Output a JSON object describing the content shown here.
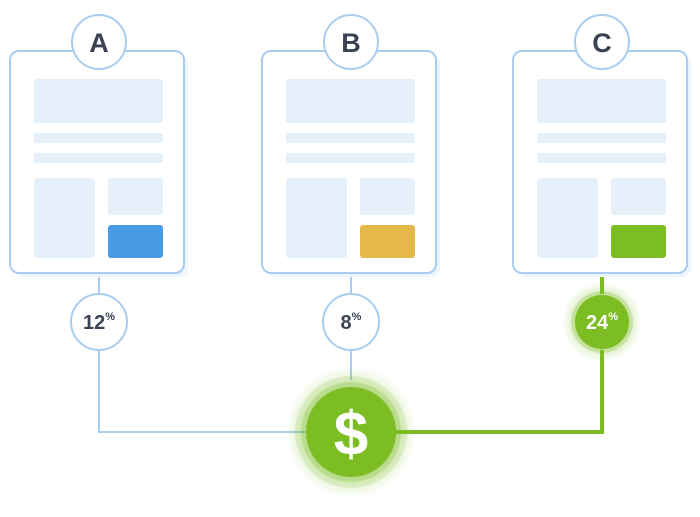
{
  "variants": [
    {
      "label": "A",
      "rate_value": "12",
      "rate_unit": "%",
      "button_color": "#4a9be6",
      "winner": false
    },
    {
      "label": "B",
      "rate_value": "8",
      "rate_unit": "%",
      "button_color": "#e5b84c",
      "winner": false
    },
    {
      "label": "C",
      "rate_value": "24",
      "rate_unit": "%",
      "button_color": "#7bbd22",
      "winner": true
    }
  ],
  "goal": {
    "symbol": "$",
    "color": "#7bbd22"
  },
  "colors": {
    "connector": "#a9cdf0",
    "winner_connector": "#7bbd22",
    "card_border": "#a9cdf0",
    "placeholder": "#e6f0fb",
    "label_text": "#3b4253"
  }
}
